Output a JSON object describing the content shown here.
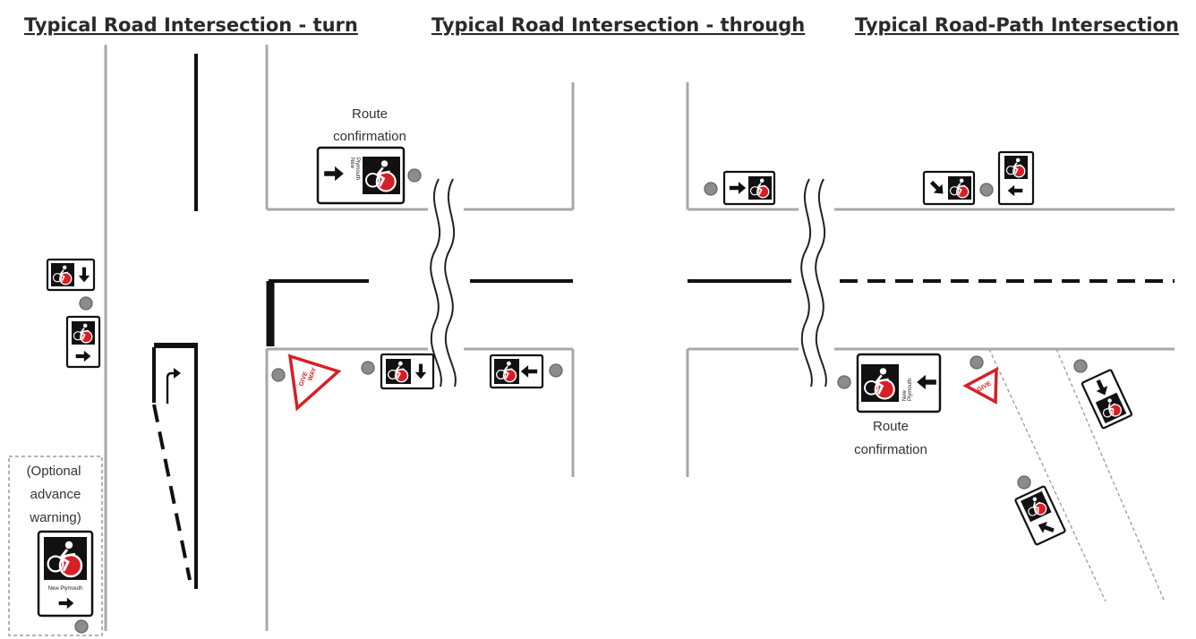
{
  "titles": {
    "turn": "Typical Road Intersection - turn",
    "through": "Typical Road Intersection - through",
    "road_path": "Typical Road-Path Intersection"
  },
  "captions": {
    "route_confirmation_1a": "Route",
    "route_confirmation_1b": "confirmation",
    "route_confirmation_2a": "Route",
    "route_confirmation_2b": "confirmation",
    "optional_1": "(Optional",
    "optional_2": "advance",
    "optional_3": "warning)"
  },
  "sign_text": {
    "brand_line_1": "New",
    "brand_line_2": "Plymouth",
    "advance_brand": "New Plymouth",
    "give_way_1": "GIVE",
    "give_way_2": "WAY"
  },
  "colors": {
    "sign_red": "#d61f26",
    "sign_black": "#111111",
    "road_edge": "#a8a8a8",
    "post_grey": "#8c8c8c"
  },
  "icons": {
    "cyclist": "cyclist-icon",
    "arrow": "arrow-icon",
    "post": "sign-post-icon",
    "give_way": "give-way-triangle-icon"
  }
}
